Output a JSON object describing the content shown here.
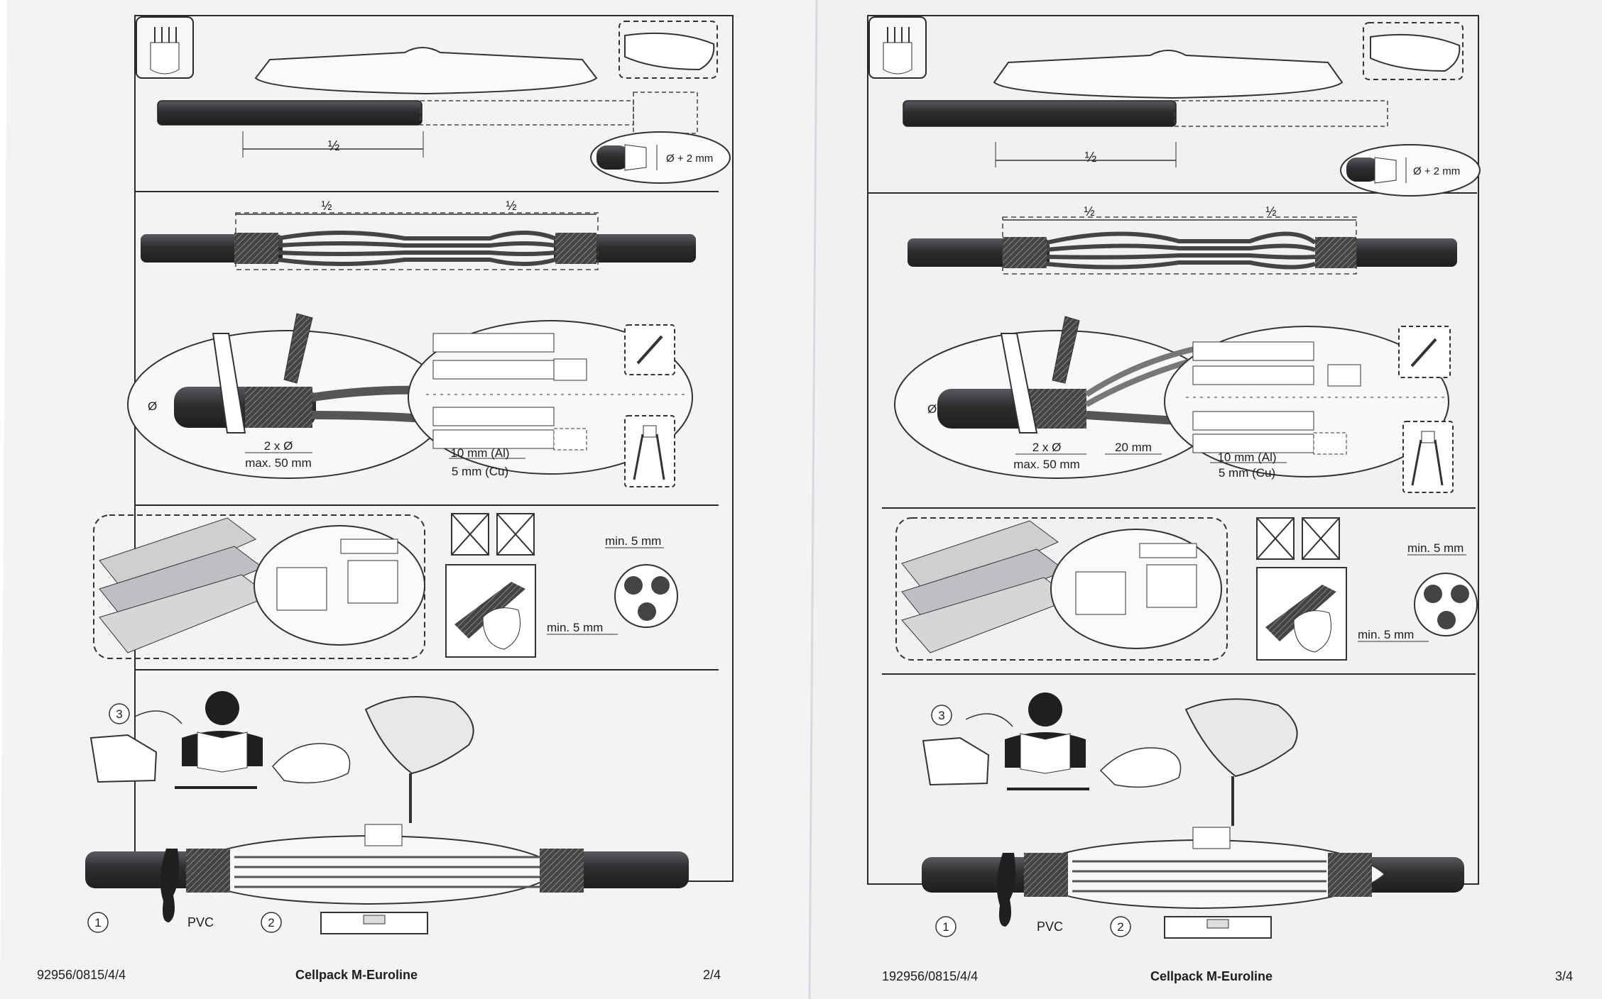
{
  "document": {
    "product_name": "Cellpack M-Euroline",
    "left_page": {
      "footer_code": "92956/0815/4/4",
      "footer_title": "Cellpack M-Euroline",
      "page_number": "2/4",
      "step1": {
        "half_label": "½",
        "diameter_note": "Ø + 2 mm"
      },
      "step2": {
        "half_left": "½",
        "half_right": "½",
        "diameter_symbol": "Ø",
        "length_label": "2 x Ø",
        "max_label": "max. 50 mm",
        "al_strip": "10 mm (Al)",
        "cu_strip": "5 mm (Cu)"
      },
      "step3": {
        "spacing_top": "min. 5 mm",
        "spacing_bottom": "min. 5 mm"
      },
      "step4": {
        "step_3": "3",
        "step_1": "1",
        "step_2": "2",
        "pvc_label": "PVC"
      }
    },
    "right_page": {
      "footer_code": "192956/0815/4/4",
      "footer_title": "Cellpack M-Euroline",
      "page_number": "3/4",
      "step1": {
        "half_label": "½",
        "diameter_note": "Ø + 2 mm"
      },
      "step2": {
        "half_left": "½",
        "half_right": "½",
        "diameter_symbol": "Ø",
        "length_label": "2 x Ø",
        "screen_label": "20 mm",
        "max_label": "max. 50 mm",
        "al_strip": "10 mm (Al)",
        "cu_strip": "5 mm (Cu)"
      },
      "step3": {
        "spacing_top": "min. 5 mm",
        "spacing_bottom": "min. 5 mm"
      },
      "step4": {
        "step_3": "3",
        "step_1": "1",
        "step_2": "2",
        "pvc_label": "PVC"
      }
    },
    "colors": {
      "paper": "#f2f2f4",
      "ink": "#2a2a2d",
      "cable": "#3a3a3d"
    }
  }
}
